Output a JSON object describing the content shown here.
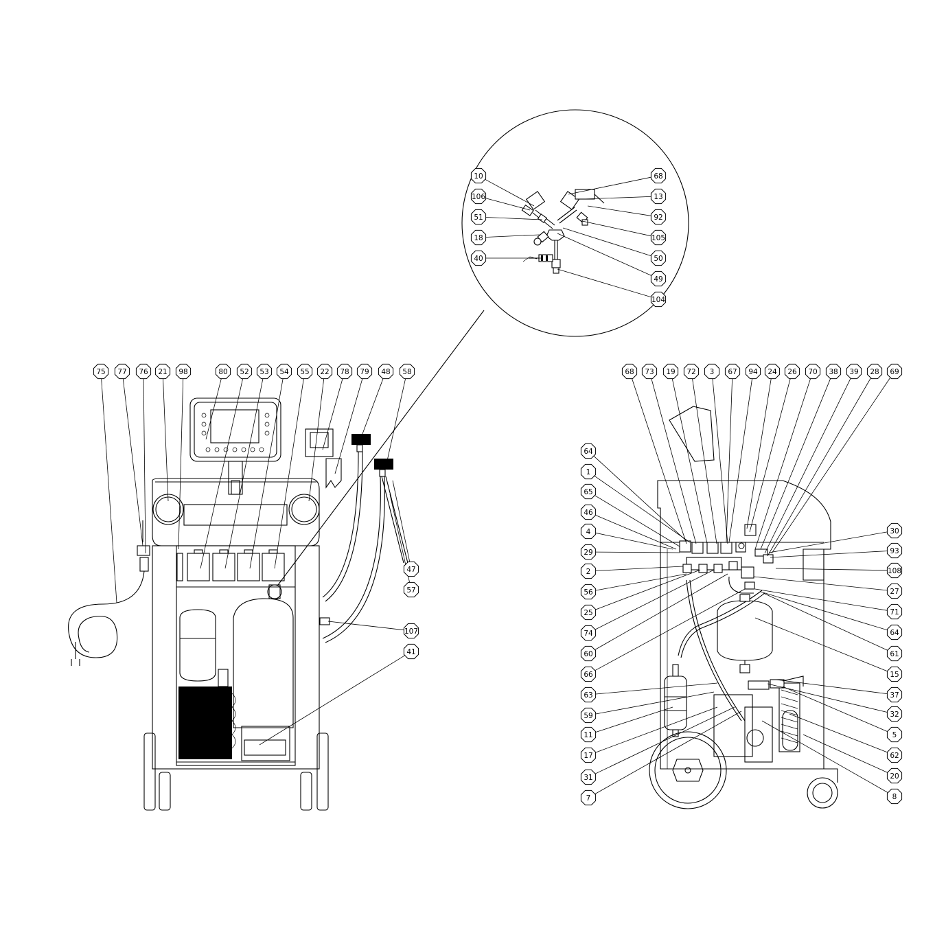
{
  "diagram": {
    "callouts": {
      "detail": [
        "10",
        "106",
        "51",
        "18",
        "40",
        "68",
        "13",
        "92",
        "105",
        "50",
        "49",
        "104"
      ],
      "front": [
        "75",
        "77",
        "76",
        "21",
        "98",
        "80",
        "52",
        "53",
        "54",
        "55",
        "22",
        "78",
        "79",
        "48",
        "58",
        "47",
        "57",
        "107",
        "41"
      ],
      "side_top": [
        "68",
        "73",
        "19",
        "72",
        "3",
        "67",
        "94",
        "24",
        "26",
        "70",
        "38",
        "39",
        "28",
        "69"
      ],
      "side_left": [
        "64",
        "1",
        "65",
        "46",
        "4",
        "29",
        "2",
        "56",
        "25",
        "74",
        "60",
        "66",
        "63",
        "59",
        "11",
        "17",
        "31",
        "7"
      ],
      "side_right": [
        "30",
        "93",
        "108",
        "27",
        "71",
        "64",
        "61",
        "15",
        "37",
        "32",
        "5",
        "62",
        "20",
        "8"
      ]
    }
  }
}
